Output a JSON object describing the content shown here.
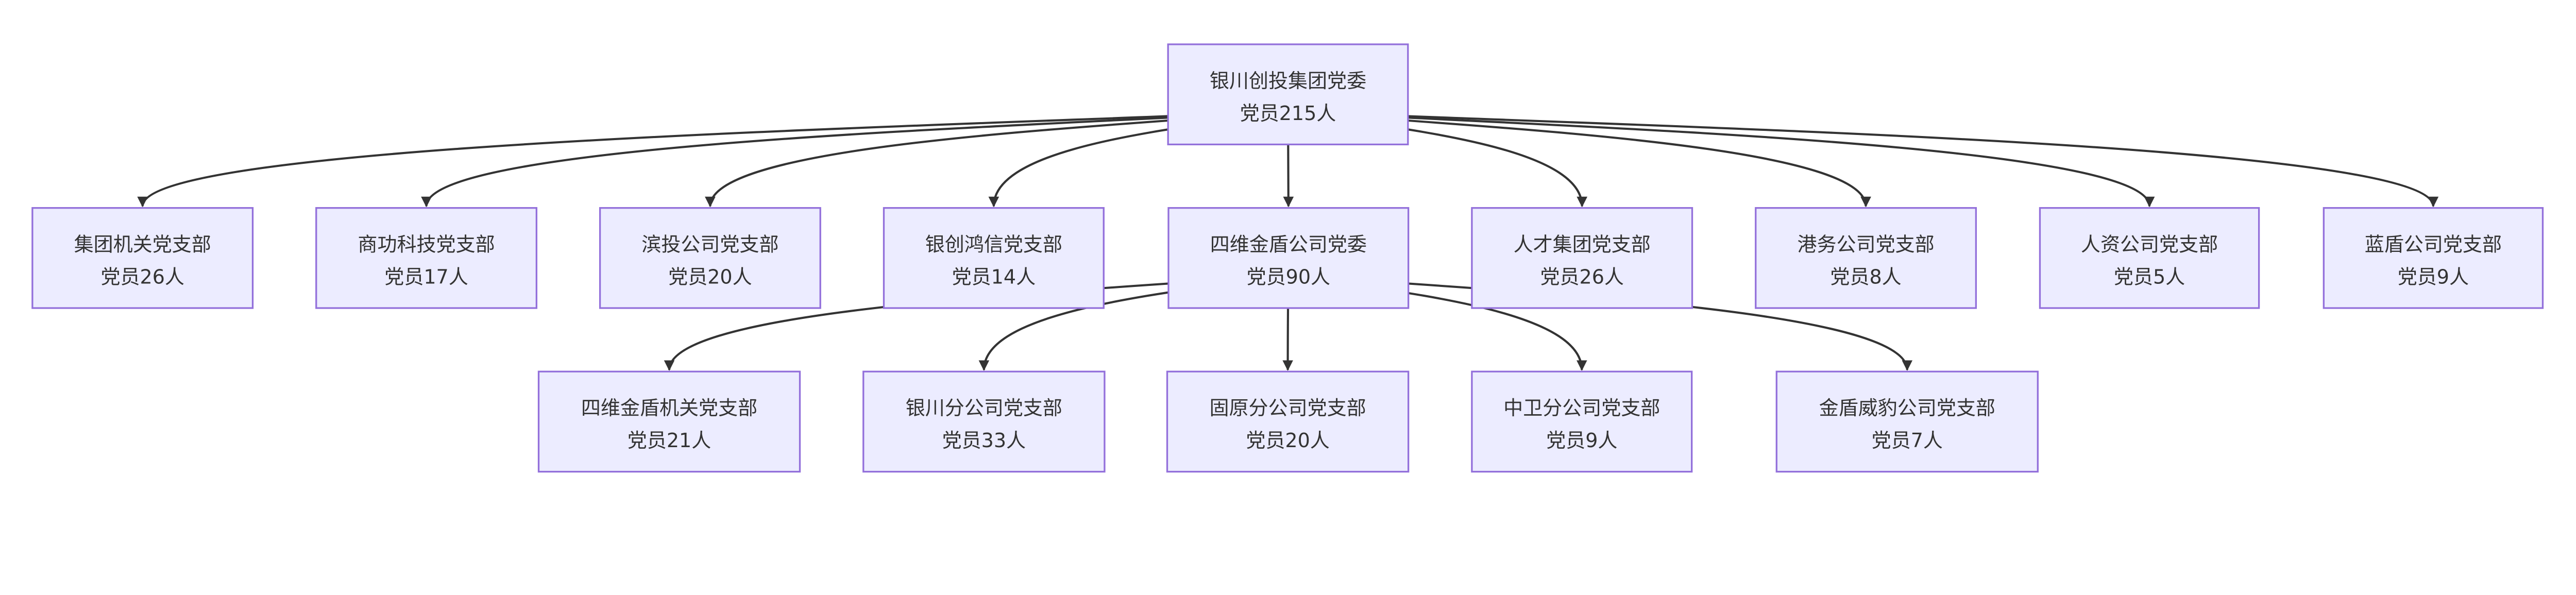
{
  "colors": {
    "node_fill": "#ECECFF",
    "node_stroke": "#9370DB",
    "edge": "#333333",
    "text": "#333333"
  },
  "root": {
    "name": "银川创投集团党委",
    "members": "党员215人"
  },
  "level1": [
    {
      "name": "集团机关党支部",
      "members": "党员26人"
    },
    {
      "name": "商功科技党支部",
      "members": "党员17人"
    },
    {
      "name": "滨投公司党支部",
      "members": "党员20人"
    },
    {
      "name": "银创鸿信党支部",
      "members": "党员14人"
    },
    {
      "name": "四维金盾公司党委",
      "members": "党员90人"
    },
    {
      "name": "人才集团党支部",
      "members": "党员26人"
    },
    {
      "name": "港务公司党支部",
      "members": "党员8人"
    },
    {
      "name": "人资公司党支部",
      "members": "党员5人"
    },
    {
      "name": "蓝盾公司党支部",
      "members": "党员9人"
    }
  ],
  "level2_parent_index": 4,
  "level2": [
    {
      "name": "四维金盾机关党支部",
      "members": "党员21人"
    },
    {
      "name": "银川分公司党支部",
      "members": "党员33人"
    },
    {
      "name": "固原分公司党支部",
      "members": "党员20人"
    },
    {
      "name": "中卫分公司党支部",
      "members": "党员9人"
    },
    {
      "name": "金盾威豹公司党支部",
      "members": "党员7人"
    }
  ]
}
